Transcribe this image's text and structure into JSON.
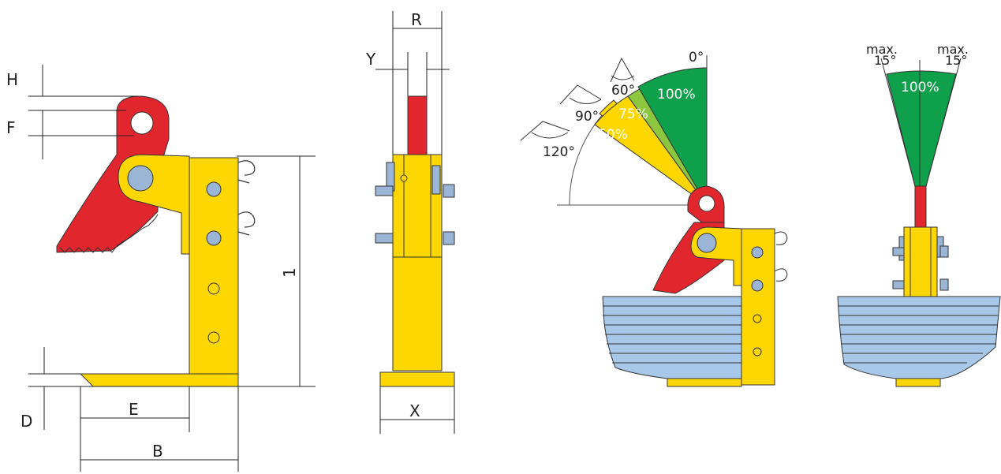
{
  "dimensions": {
    "H": "H",
    "F": "F",
    "D": "D",
    "E": "E",
    "B": "B",
    "one": "1",
    "R": "R",
    "Y": "Y",
    "X": "X"
  },
  "angles": {
    "a0": "0°",
    "a60": "60°",
    "a90": "90°",
    "a120": "120°",
    "max_label": "max.",
    "max_value": "15°"
  },
  "capacity": {
    "p100": "100%",
    "p75": "75%",
    "p50": "50%",
    "p100_side": "100%"
  },
  "colors": {
    "red": "#e1262d",
    "yellow": "#ffd700",
    "green": "#0ea04a",
    "lightgreen": "#8dc63f",
    "blue": "#a8c8ea",
    "steel": "#9bb5d6"
  }
}
